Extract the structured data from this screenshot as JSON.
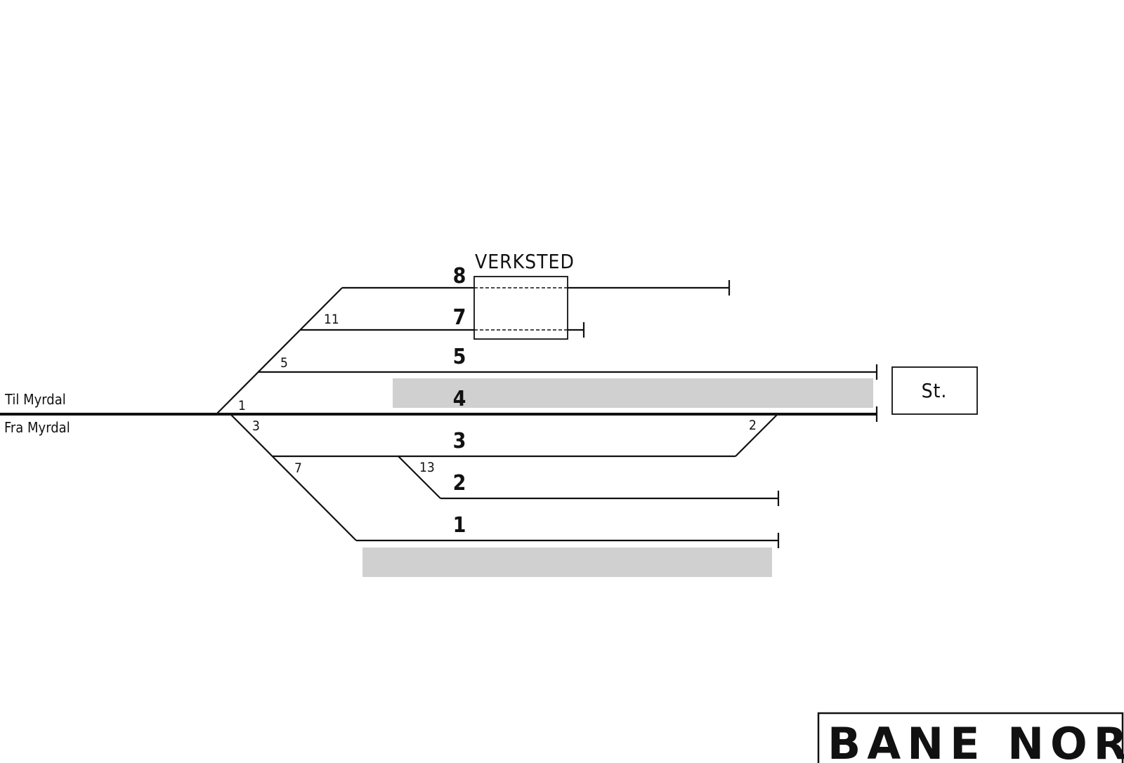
{
  "directions": {
    "to": "Til Myrdal",
    "from": "Fra Myrdal"
  },
  "workshop": "VERKSTED",
  "station_building": "St.",
  "tracks": [
    "8",
    "7",
    "5",
    "4",
    "3",
    "2",
    "1"
  ],
  "switches": [
    "11",
    "5",
    "1",
    "3",
    "7",
    "13",
    "2"
  ],
  "logo": {
    "text": "BANE NOR",
    "color": "#111111"
  },
  "colors": {
    "platform": "#d0d0d0",
    "track": "#111111",
    "background": "#ffffff"
  }
}
